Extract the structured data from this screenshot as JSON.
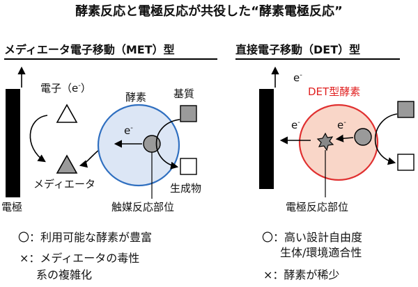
{
  "title": "酵素反応と電極反応が共役した“酵素電極反応”",
  "met": {
    "heading": "メディエータ電子移動（MET）型",
    "electron_label": "電子（e",
    "electron_sup": "-",
    "electron_close": "）",
    "enzyme_label": "酵素",
    "substrate_label": "基質",
    "mediator_label": "メディエータ",
    "electrode_label": "電極",
    "product_label": "生成物",
    "catalytic_site_label": "触媒反応部位",
    "inner_electron": "e",
    "inner_electron_sup": "-",
    "pros": "〇：利用可能な酵素が豊富",
    "cons_line1": "×：メディエータの毒性",
    "cons_line2": "系の複雑化",
    "colors": {
      "enzyme_fill": "#dce6f5",
      "enzyme_stroke": "#2f6fc0",
      "mediator_fill": "#9a9a9a"
    }
  },
  "det": {
    "heading": "直接電子移動（DET）型",
    "enzyme_label": "DET型酵素",
    "electron_top": "e",
    "electron_top_sup": "-",
    "electron_left": "e",
    "electron_left_sup": "-",
    "electron_inner": "e",
    "electron_inner_sup": "-",
    "electrode_site_label": "電極反応部位",
    "pros_line1": "〇：高い設計自由度",
    "pros_line2": "生体/環境適合性",
    "cons": "×：酵素が稀少",
    "colors": {
      "enzyme_fill": "#f9d6c8",
      "enzyme_stroke": "#e03030",
      "label_color": "#e02020"
    }
  }
}
